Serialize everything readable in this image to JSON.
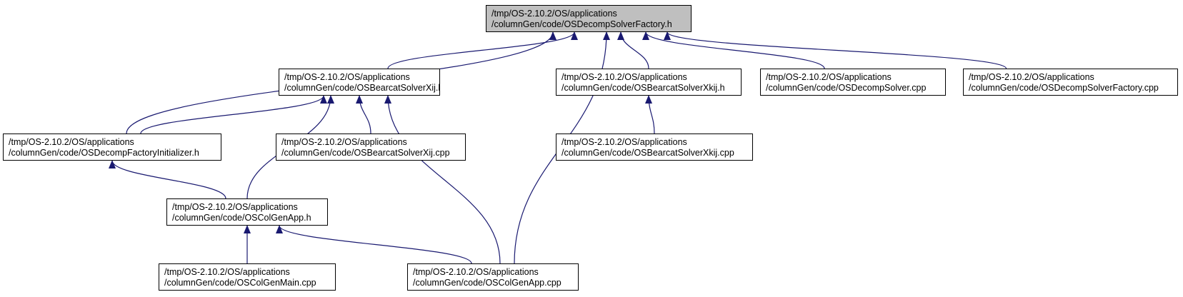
{
  "colors": {
    "edge": "#191970",
    "root_fill": "#bfbfbf",
    "node_fill": "#ffffff",
    "border": "#000000"
  },
  "nodes": {
    "root": {
      "line1": "/tmp/OS-2.10.2/OS/applications",
      "line2": "/columnGen/code/OSDecompSolverFactory.h"
    },
    "solverXij_h": {
      "line1": "/tmp/OS-2.10.2/OS/applications",
      "line2": "/columnGen/code/OSBearcatSolverXij.h"
    },
    "solverXkij_h": {
      "line1": "/tmp/OS-2.10.2/OS/applications",
      "line2": "/columnGen/code/OSBearcatSolverXkij.h"
    },
    "decompSolver_cpp": {
      "line1": "/tmp/OS-2.10.2/OS/applications",
      "line2": "/columnGen/code/OSDecompSolver.cpp"
    },
    "factory_cpp": {
      "line1": "/tmp/OS-2.10.2/OS/applications",
      "line2": "/columnGen/code/OSDecompSolverFactory.cpp"
    },
    "factoryInit_h": {
      "line1": "/tmp/OS-2.10.2/OS/applications",
      "line2": "/columnGen/code/OSDecompFactoryInitializer.h"
    },
    "solverXij_cpp": {
      "line1": "/tmp/OS-2.10.2/OS/applications",
      "line2": "/columnGen/code/OSBearcatSolverXij.cpp"
    },
    "solverXkij_cpp": {
      "line1": "/tmp/OS-2.10.2/OS/applications",
      "line2": "/columnGen/code/OSBearcatSolverXkij.cpp"
    },
    "colGenApp_h": {
      "line1": "/tmp/OS-2.10.2/OS/applications",
      "line2": "/columnGen/code/OSColGenApp.h"
    },
    "colGenMain_cpp": {
      "line1": "/tmp/OS-2.10.2/OS/applications",
      "line2": "/columnGen/code/OSColGenMain.cpp"
    },
    "colGenApp_cpp": {
      "line1": "/tmp/OS-2.10.2/OS/applications",
      "line2": "/columnGen/code/OSColGenApp.cpp"
    }
  },
  "edges": [
    {
      "from": "factoryInit_h",
      "to": "root"
    },
    {
      "from": "solverXij_h",
      "to": "root"
    },
    {
      "from": "colGenApp_cpp",
      "to": "root"
    },
    {
      "from": "solverXkij_h",
      "to": "root"
    },
    {
      "from": "decompSolver_cpp",
      "to": "root"
    },
    {
      "from": "factory_cpp",
      "to": "root"
    },
    {
      "from": "factoryInit_h",
      "to": "solverXij_h"
    },
    {
      "from": "solverXij_cpp",
      "to": "solverXij_h"
    },
    {
      "from": "colGenApp_h",
      "to": "solverXij_h"
    },
    {
      "from": "colGenApp_cpp",
      "to": "solverXij_h"
    },
    {
      "from": "solverXkij_cpp",
      "to": "solverXkij_h"
    },
    {
      "from": "colGenApp_h",
      "to": "factoryInit_h"
    },
    {
      "from": "colGenMain_cpp",
      "to": "colGenApp_h"
    },
    {
      "from": "colGenApp_cpp",
      "to": "colGenApp_h"
    }
  ]
}
